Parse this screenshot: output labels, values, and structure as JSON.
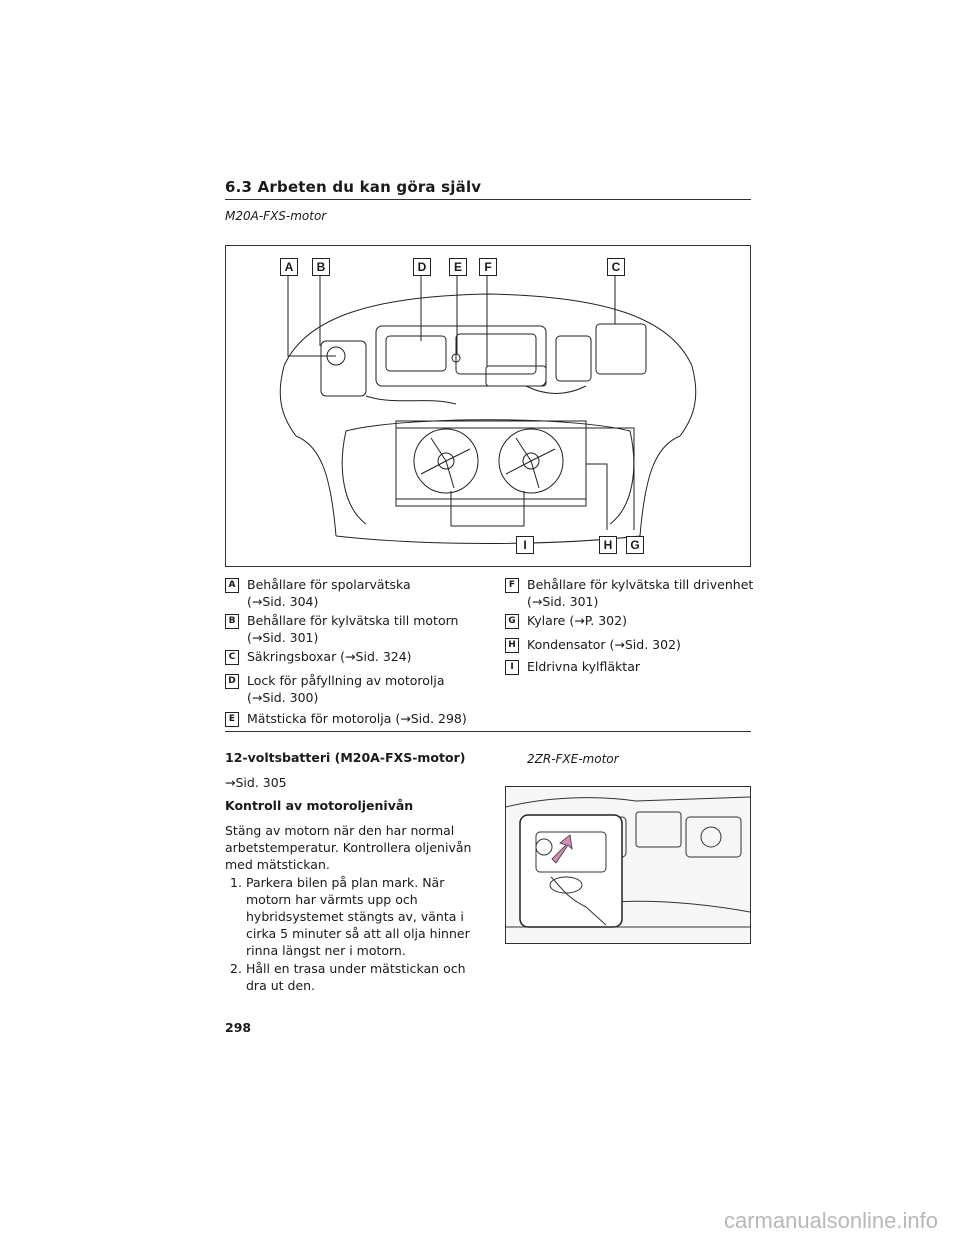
{
  "header": {
    "section_title": "6.3  Arbeten du kan göra själv",
    "engine_title": "M20A-FXS-motor"
  },
  "figure": {
    "callouts": [
      "A",
      "B",
      "D",
      "E",
      "F",
      "C",
      "I",
      "H",
      "G"
    ]
  },
  "legend": {
    "left": [
      {
        "letter": "A",
        "text": "Behållare för spolarvätska\n(→Sid. 304)"
      },
      {
        "letter": "B",
        "text": "Behållare för kylvätska till motorn\n(→Sid. 301)"
      },
      {
        "letter": "C",
        "text": "Säkringsboxar (→Sid. 324)"
      },
      {
        "letter": "D",
        "text": "Lock för påfyllning av motorolja\n(→Sid. 300)"
      },
      {
        "letter": "E",
        "text": "Mätsticka för motorolja (→Sid. 298)"
      }
    ],
    "right": [
      {
        "letter": "F",
        "text": "Behållare för kylvätska till drivenhet\n(→Sid. 301)"
      },
      {
        "letter": "G",
        "text": "Kylare (→P. 302)"
      },
      {
        "letter": "H",
        "text": "Kondensator (→Sid. 302)"
      },
      {
        "letter": "I",
        "text": "Eldrivna kylfläktar"
      }
    ]
  },
  "battery": {
    "heading": "12-voltsbatteri (M20A-FXS-motor)",
    "ref": "→Sid. 305"
  },
  "oil_check": {
    "heading": "Kontroll av motoroljenivån",
    "intro": "Stäng av motorn när den har normal arbetstemperatur. Kontrollera oljenivån med mätstickan.",
    "steps": [
      {
        "num": "1.",
        "text": "Parkera bilen på plan mark. När motorn har värmts upp och hybridsystemet stängts av, vänta i cirka 5 minuter så att all olja hinner rinna längst ner i motorn."
      },
      {
        "num": "2.",
        "text": "Håll en trasa under mätstickan och dra ut den."
      }
    ]
  },
  "right_figure": {
    "caption": "2ZR-FXE-motor"
  },
  "footer": {
    "page_number": "298",
    "watermark": "carmanualsonline.info"
  }
}
